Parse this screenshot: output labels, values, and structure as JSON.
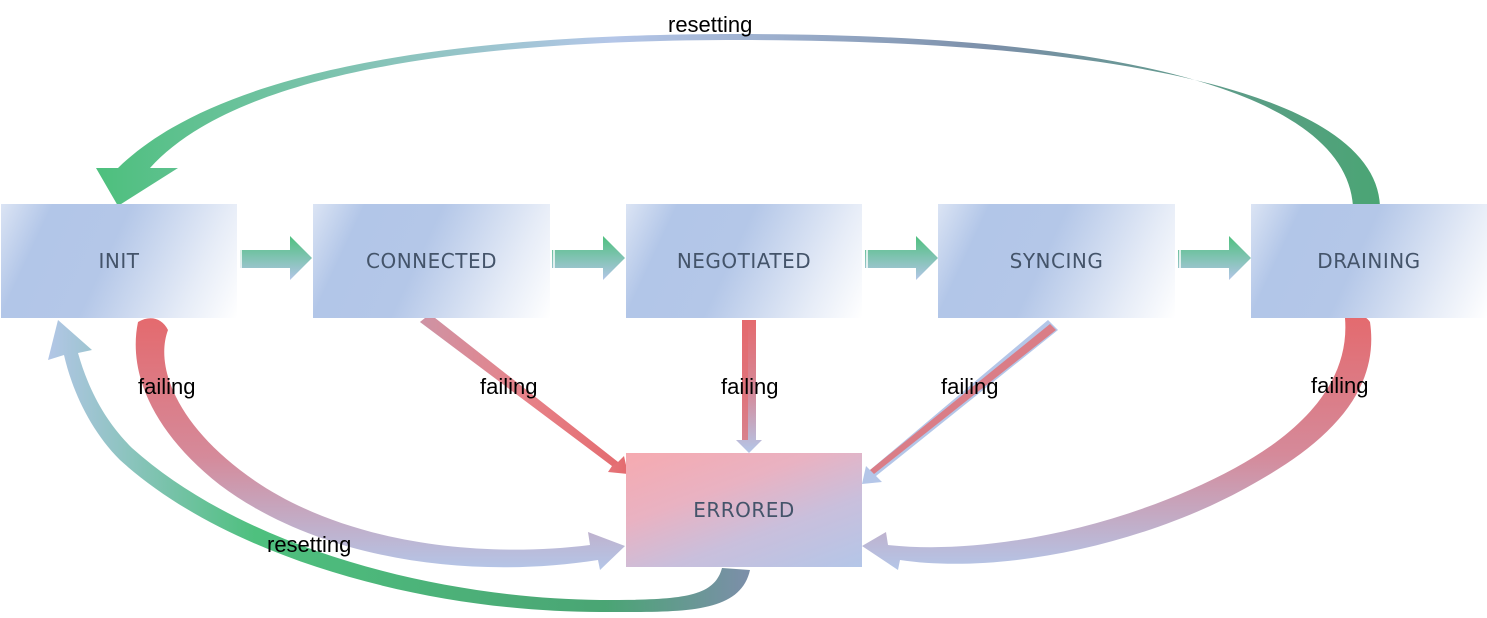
{
  "states": {
    "init": "INIT",
    "connected": "CONNECTED",
    "negotiated": "NEGOTIATED",
    "syncing": "SYNCING",
    "draining": "DRAINING",
    "errored": "ERRORED"
  },
  "labels": {
    "reset_top": "resetting",
    "reset_bottom": "resetting",
    "fail_init": "failing",
    "fail_connected": "failing",
    "fail_negotiated": "failing",
    "fail_syncing": "failing",
    "fail_draining": "failing"
  },
  "colors": {
    "green": "#4ec07e",
    "red": "#e46a6e",
    "blue": "#b4c6e8",
    "slate": "#7b8fa8",
    "text": "#44546a"
  }
}
